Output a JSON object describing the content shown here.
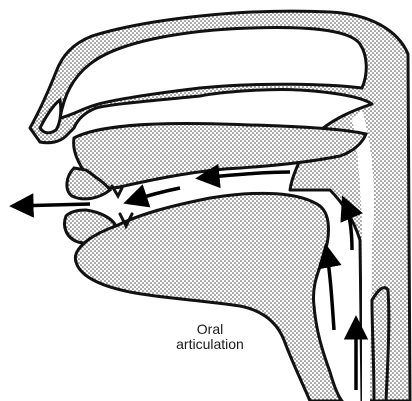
{
  "figure": {
    "caption_line1": "Oral",
    "caption_line2": "articulation",
    "colors": {
      "outline": "#111111",
      "stipple": "#3a3a3a",
      "background": "#ffffff",
      "airflow_arrow": "#000000"
    },
    "icons": [
      "head-sagittal-section",
      "airflow-arrow"
    ]
  }
}
